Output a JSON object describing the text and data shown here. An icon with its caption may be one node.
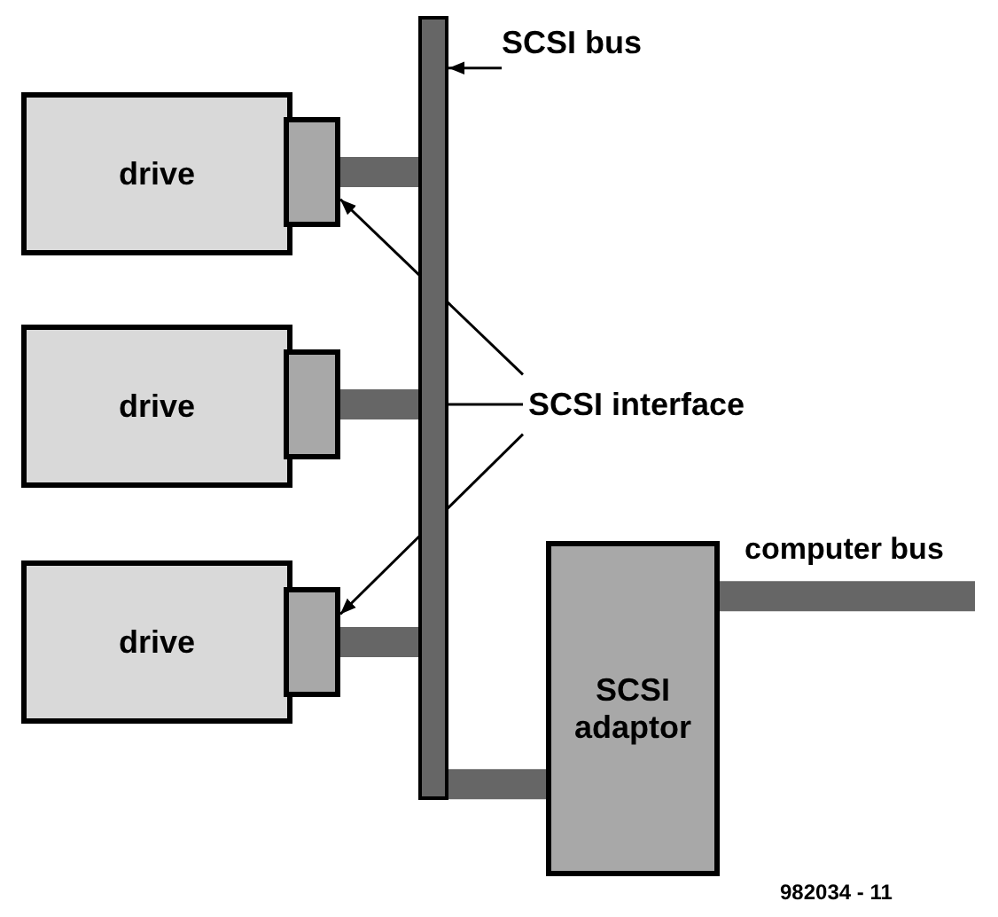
{
  "diagram": {
    "nodes": [
      {
        "text": [
          "drive"
        ]
      },
      {
        "text": [],
        "shape": "box"
      },
      {
        "text": [
          "drive"
        ]
      },
      {
        "text": [],
        "shape": "box"
      },
      {
        "text": [
          "drive"
        ]
      },
      {
        "text": [],
        "shape": "box"
      },
      {
        "text": [
          "SCSI adaptor"
        ]
      },
      {
        "text": [
          "SCSI bus"
        ]
      },
      {
        "text": [
          "SCSI interface"
        ]
      },
      {
        "text": [],
        "shape": "bar"
      }
    ],
    "edges": [
      {
        "from": 7,
        "to": 9,
        "arrow": "to",
        "color": "#000000"
      },
      {
        "from": 8,
        "to": 1,
        "arrow": "to",
        "color": "#000000"
      },
      {
        "from": 8,
        "to": 3,
        "arrow": "to",
        "color": "#000000"
      },
      {
        "from": 8,
        "to": 5,
        "arrow": "to",
        "color": "#000000"
      },
      {
        "from": 1,
        "to": 9,
        "arrow": "none"
      },
      {
        "from": 3,
        "to": 9,
        "arrow": "none"
      },
      {
        "from": 5,
        "to": 9,
        "arrow": "none"
      },
      {
        "from": 9,
        "to": 6,
        "arrow": "none"
      },
      {
        "from": 6,
        "to": null,
        "arrow": "none"
      }
    ],
    "labels": [
      "computer bus",
      "982034 - 11"
    ]
  }
}
